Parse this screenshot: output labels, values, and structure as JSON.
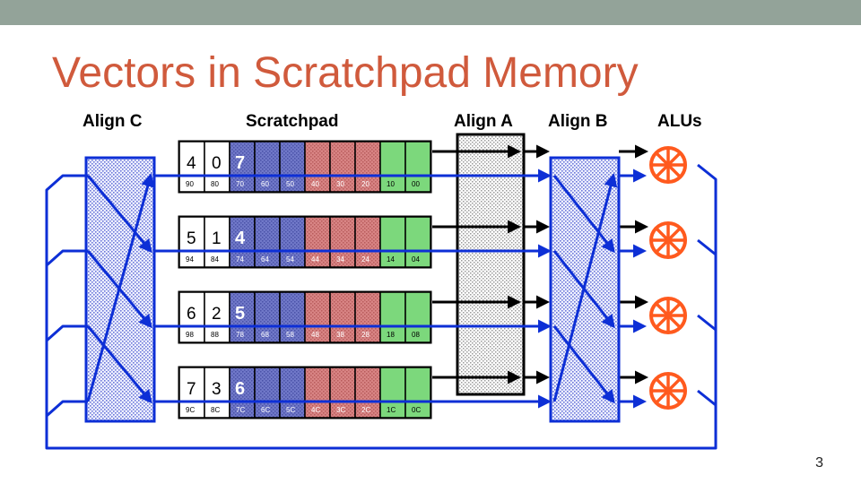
{
  "slide": {
    "title": "Vectors in Scratchpad Memory",
    "page_number": "3"
  },
  "headers": {
    "align_c": "Align C",
    "scratchpad": "Scratchpad",
    "align_a": "Align A",
    "align_b": "Align B",
    "alus": "ALUs"
  },
  "rows": [
    {
      "a": "4",
      "b": "0",
      "vec": "7",
      "addr1": "90",
      "addr2": "80",
      "addrs": [
        "70",
        "60",
        "50",
        "40",
        "30",
        "20",
        "10",
        "00"
      ]
    },
    {
      "a": "5",
      "b": "1",
      "vec": "4",
      "addr1": "94",
      "addr2": "84",
      "addrs": [
        "74",
        "64",
        "54",
        "44",
        "34",
        "24",
        "14",
        "04"
      ]
    },
    {
      "a": "6",
      "b": "2",
      "vec": "5",
      "addr1": "98",
      "addr2": "88",
      "addrs": [
        "78",
        "68",
        "58",
        "48",
        "38",
        "28",
        "18",
        "08"
      ]
    },
    {
      "a": "7",
      "b": "3",
      "vec": "6",
      "addr1": "9C",
      "addr2": "8C",
      "addrs": [
        "7C",
        "6C",
        "5C",
        "4C",
        "3C",
        "2C",
        "1C",
        "0C"
      ]
    }
  ],
  "colors": {
    "title": "#d05a3c",
    "topbar": "#93a399",
    "wire": "#0d2fd6",
    "blue_cells": "#7078c8",
    "red_cells": "#d88484",
    "green_cells": "#7cd87c",
    "alu": "#ff5a1e"
  },
  "icons": [
    "alu-icon"
  ]
}
